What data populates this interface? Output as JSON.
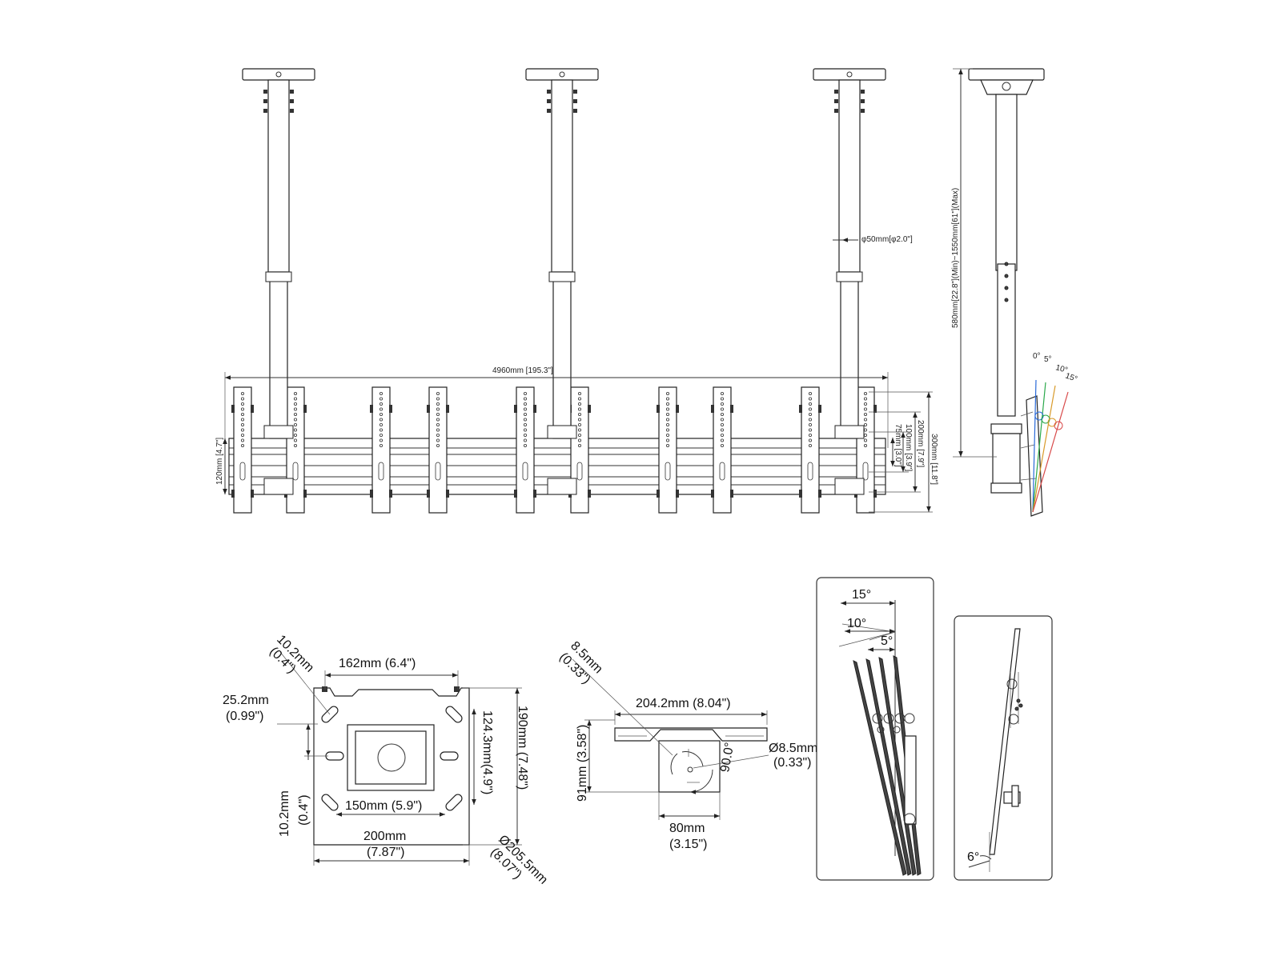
{
  "top_view": {
    "total_width": "4960mm [195.3\"]",
    "pole_diameter": "φ50mm[φ2.0\"]",
    "pole_height": "580mm[22.8\"](Min)~1550mm[61\"](Max)",
    "rail_height": "120mm [4.7\"]",
    "vesa_300": "300mm [11.8\"]",
    "vesa_200": "200mm [7.9\"]",
    "vesa_100": "100mm [3.9\"]",
    "vesa_75": "75mm [3.0\"]",
    "tilt_0": "0°",
    "tilt_5": "5°",
    "tilt_10": "10°",
    "tilt_15": "15°",
    "colors": {
      "tilt_0": "#2a6ad8",
      "tilt_5": "#2aa84a",
      "tilt_10": "#d89a2a",
      "tilt_15": "#d84a4a"
    }
  },
  "ceiling_plate": {
    "slot_top": "10.2mm",
    "slot_top_in": "(0.4\")",
    "hole_spacing_top": "162mm (6.4\")",
    "side_offset": "25.2mm",
    "side_offset_in": "(0.99\")",
    "slot_left": "10.2mm",
    "slot_left_in": "(0.4\")",
    "inner_height": "124.3mm(4.9\")",
    "outer_height": "190mm (7.48\")",
    "hole_spacing_bottom": "150mm (5.9\")",
    "plate_width": "200mm",
    "plate_width_in": "(7.87\")",
    "diagonal": "Ø205.5mm",
    "diagonal_in": "(8.07\")"
  },
  "bracket": {
    "slot": "8.5mm",
    "slot_in": "(0.33\")",
    "width": "204.2mm (8.04\")",
    "height": "91mm (3.58\")",
    "hole": "Ø8.5mm",
    "hole_in": "(0.33\")",
    "angle": "90.0°",
    "spacing": "80mm",
    "spacing_in": "(3.15\")"
  },
  "tilt_panel": {
    "a15": "15°",
    "a10": "10°",
    "a5": "5°"
  },
  "offset_panel": {
    "a6": "6°"
  }
}
